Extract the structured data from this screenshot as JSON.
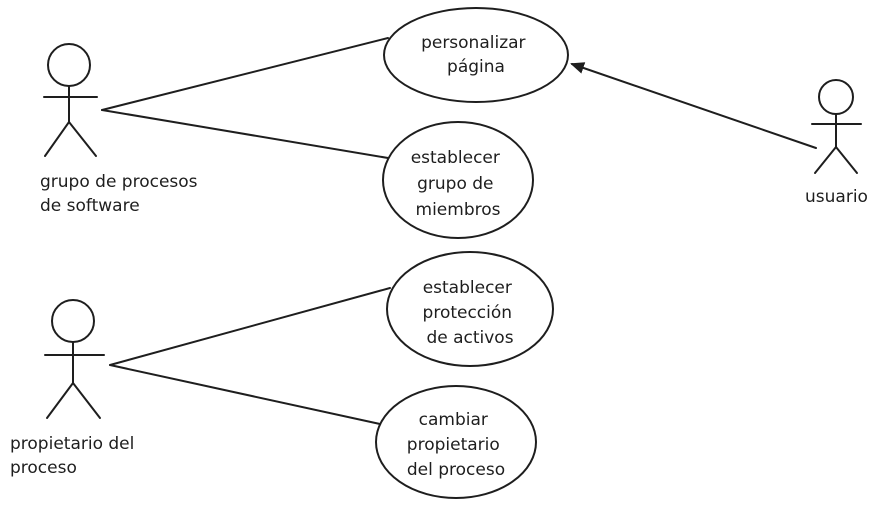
{
  "diagram": {
    "actors": [
      {
        "id": "grupo",
        "label_lines": [
          "grupo de procesos",
          "de software"
        ]
      },
      {
        "id": "propietario",
        "label_lines": [
          "propietario del",
          "proceso"
        ]
      },
      {
        "id": "usuario",
        "label_lines": [
          "usuario"
        ]
      }
    ],
    "use_cases": [
      {
        "id": "personalizar",
        "label_lines": [
          "personalizar",
          "página"
        ]
      },
      {
        "id": "miembros",
        "label_lines": [
          "establecer",
          "grupo de",
          "miembros"
        ]
      },
      {
        "id": "proteccion",
        "label_lines": [
          "establecer",
          "protección",
          "de activos"
        ]
      },
      {
        "id": "cambiar",
        "label_lines": [
          "cambiar",
          "propietario",
          "del proceso"
        ]
      }
    ]
  }
}
